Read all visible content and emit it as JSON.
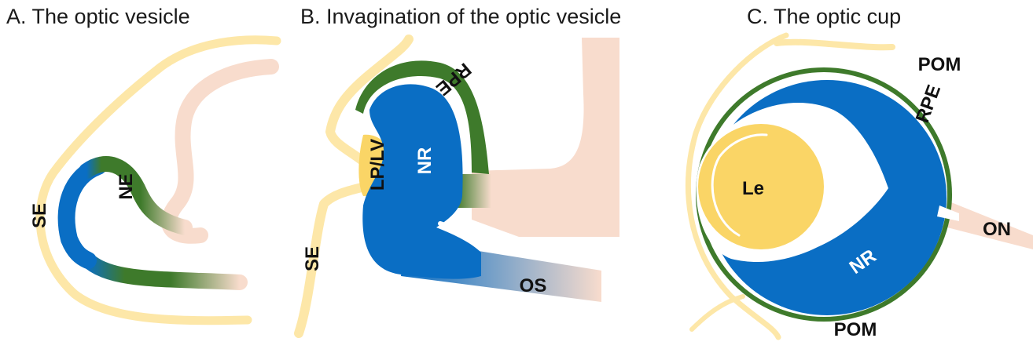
{
  "panels": [
    {
      "title": "A. The optic vesicle",
      "labels": {
        "se": "SE",
        "ne": "NE"
      }
    },
    {
      "title": "B. Invagination of the optic vesicle",
      "labels": {
        "rpe": "RPE",
        "lp_lv": "LP/LV",
        "nr": "NR",
        "se": "SE",
        "os": "OS"
      }
    },
    {
      "title": "C. The optic cup",
      "labels": {
        "pom_top": "POM",
        "rpe": "RPE",
        "le": "Le",
        "nr": "NR",
        "on": "ON",
        "pom_bottom": "POM"
      }
    }
  ],
  "colors": {
    "surface_ectoderm": "#fde7a8",
    "lens": "#fad566",
    "neural_retina": "#0a6ec4",
    "rpe": "#3e7a2b",
    "mesenchyme": "#f8dccd",
    "label_dark": "#111111",
    "label_light": "#ffffff"
  }
}
